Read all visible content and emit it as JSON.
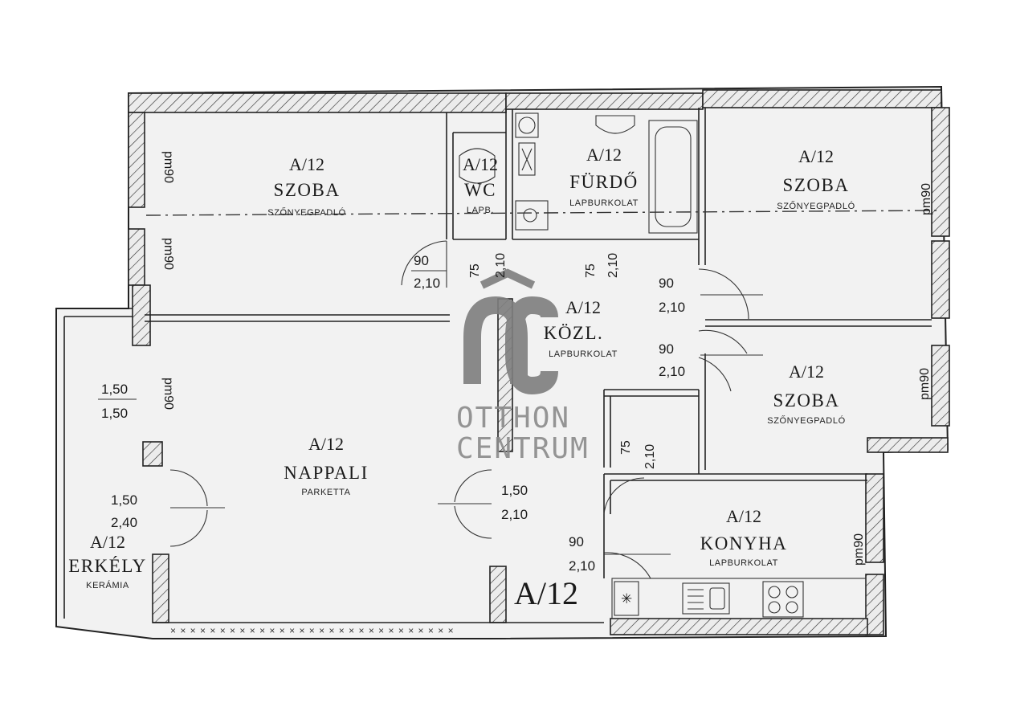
{
  "plan": {
    "colors": {
      "ink": "#222222",
      "paper": "#f2f2f2",
      "logo": "#808080"
    },
    "unit_label": "A/12",
    "rooms": {
      "szoba1": {
        "code": "A/12",
        "name": "SZOBA",
        "floor": "SZŐNYEGPADLÓ"
      },
      "wc": {
        "code": "A/12",
        "name": "WC",
        "floor": "LAPB."
      },
      "furdo": {
        "code": "A/12",
        "name": "FÜRDŐ",
        "floor": "LAPBURKOLAT"
      },
      "szoba2": {
        "code": "A/12",
        "name": "SZOBA",
        "floor": "SZŐNYEGPADLÓ"
      },
      "kozl": {
        "code": "A/12",
        "name": "KÖZL.",
        "floor": "LAPBURKOLAT"
      },
      "szoba3": {
        "code": "A/12",
        "name": "SZOBA",
        "floor": "SZŐNYEGPADLÓ"
      },
      "nappali": {
        "code": "A/12",
        "name": "NAPPALI",
        "floor": "PARKETTA"
      },
      "konyha": {
        "code": "A/12",
        "name": "KONYHA",
        "floor": "LAPBURKOLAT"
      },
      "erkely": {
        "code": "A/12",
        "name": "ERKÉLY",
        "floor": "KERÁMIA"
      }
    },
    "doors": {
      "d_szoba1": {
        "w": "90",
        "h": "2,10"
      },
      "d_wc": {
        "w": "75",
        "h": "2,10"
      },
      "d_furdo": {
        "w": "75",
        "h": "2,10"
      },
      "d_szoba2": {
        "w": "90",
        "h": "2,10"
      },
      "d_szoba3": {
        "w": "90",
        "h": "2,10"
      },
      "d_kamra": {
        "w": "75",
        "h": "2,10"
      },
      "d_nappali": {
        "w": "1,50",
        "h": "2,10"
      },
      "d_konyha": {
        "w": "90",
        "h": "2,10"
      },
      "d_erkely": {
        "w": "1,50",
        "h": "2,40"
      },
      "w_erkely": {
        "w": "1,50",
        "h": "1,50"
      }
    },
    "window_tags": [
      "pm90",
      "pm90",
      "pm90",
      "pm90",
      "pm90",
      "pm90"
    ]
  },
  "logo": {
    "line1": "OTTHON",
    "line2": "CENTRUM"
  }
}
